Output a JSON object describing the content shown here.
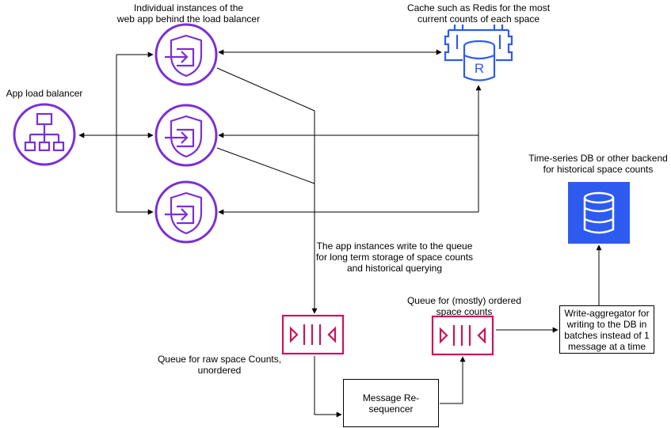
{
  "labels": {
    "load_balancer": "App load balancer",
    "instances": "Individual instances of the\nweb app behind the load balancer",
    "cache": "Cache such as Redis for the most\ncurrent counts of each space",
    "timeseries_db": "Time-series DB or other backend\nfor historical space counts",
    "queue_write_note": "The app instances write to the queue\nfor long term storage of space counts\nand historical querying",
    "raw_queue": "Queue for raw space Counts,\nunordered",
    "ordered_queue": "Queue for (mostly) ordered\nspace counts"
  },
  "boxes": {
    "resequencer": "Message Re-\nsequencer",
    "aggregator": "Write-aggregator for\nwriting to the DB in\nbatches instead of 1\nmessage at a time"
  },
  "icons": {
    "load_balancer": "load-balancer-icon",
    "instance": "web-app-instance-icon",
    "redis": "redis-cache-icon",
    "database": "database-icon",
    "queue": "queue-icon"
  },
  "colors": {
    "purple": "#7B2FD4",
    "crimson": "#C7155E",
    "db_blue": "#2E5BEF",
    "line": "#000000"
  }
}
